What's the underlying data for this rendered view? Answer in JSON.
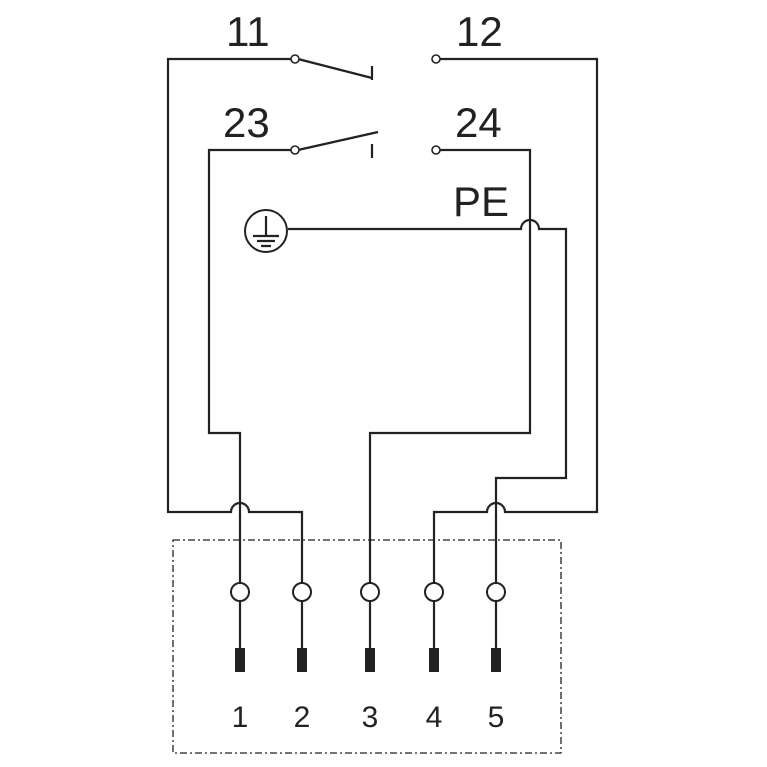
{
  "labels": {
    "contact_11": "11",
    "contact_12": "12",
    "contact_23": "23",
    "contact_24": "24",
    "pe": "PE"
  },
  "pins": [
    "1",
    "2",
    "3",
    "4",
    "5"
  ],
  "colors": {
    "line": "#222222",
    "background": "#ffffff"
  },
  "icons": {
    "ground": "protective-earth-icon"
  }
}
